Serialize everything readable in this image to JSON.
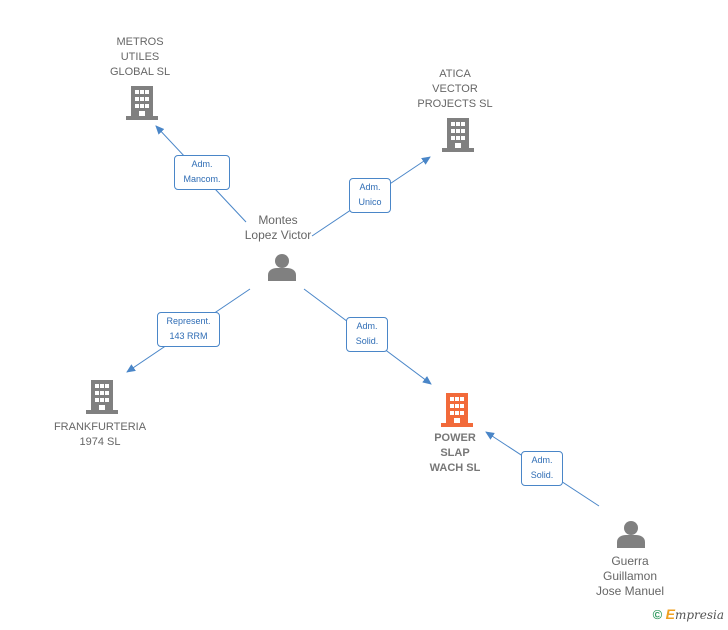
{
  "nodes": {
    "metros": {
      "label": "METROS\nUTILES\nGLOBAL  SL"
    },
    "atica": {
      "label": "ATICA\nVECTOR\nPROJECTS  SL"
    },
    "montes": {
      "label": "Montes\nLopez Victor"
    },
    "frankfurteria": {
      "label": "FRANKFURTERIA\n1974  SL"
    },
    "power": {
      "label": "POWER\nSLAP\nWACH  SL"
    },
    "guerra": {
      "label": "Guerra\nGuillamon\nJose Manuel"
    }
  },
  "edges": {
    "e1": {
      "label": "Adm.\nMancom."
    },
    "e2": {
      "label": "Adm.\nUnico"
    },
    "e3": {
      "label": "Represent.\n143 RRM"
    },
    "e4": {
      "label": "Adm.\nSolid."
    },
    "e5": {
      "label": "Adm.\nSolid."
    }
  },
  "colors": {
    "building": "#808080",
    "focus_building": "#f26a3a",
    "person": "#808080",
    "edge": "#4a86c8"
  },
  "icons": {
    "company": "building-icon",
    "person": "person-icon"
  },
  "brand": {
    "symbol": "©",
    "first": "E",
    "rest": "mpresia"
  }
}
